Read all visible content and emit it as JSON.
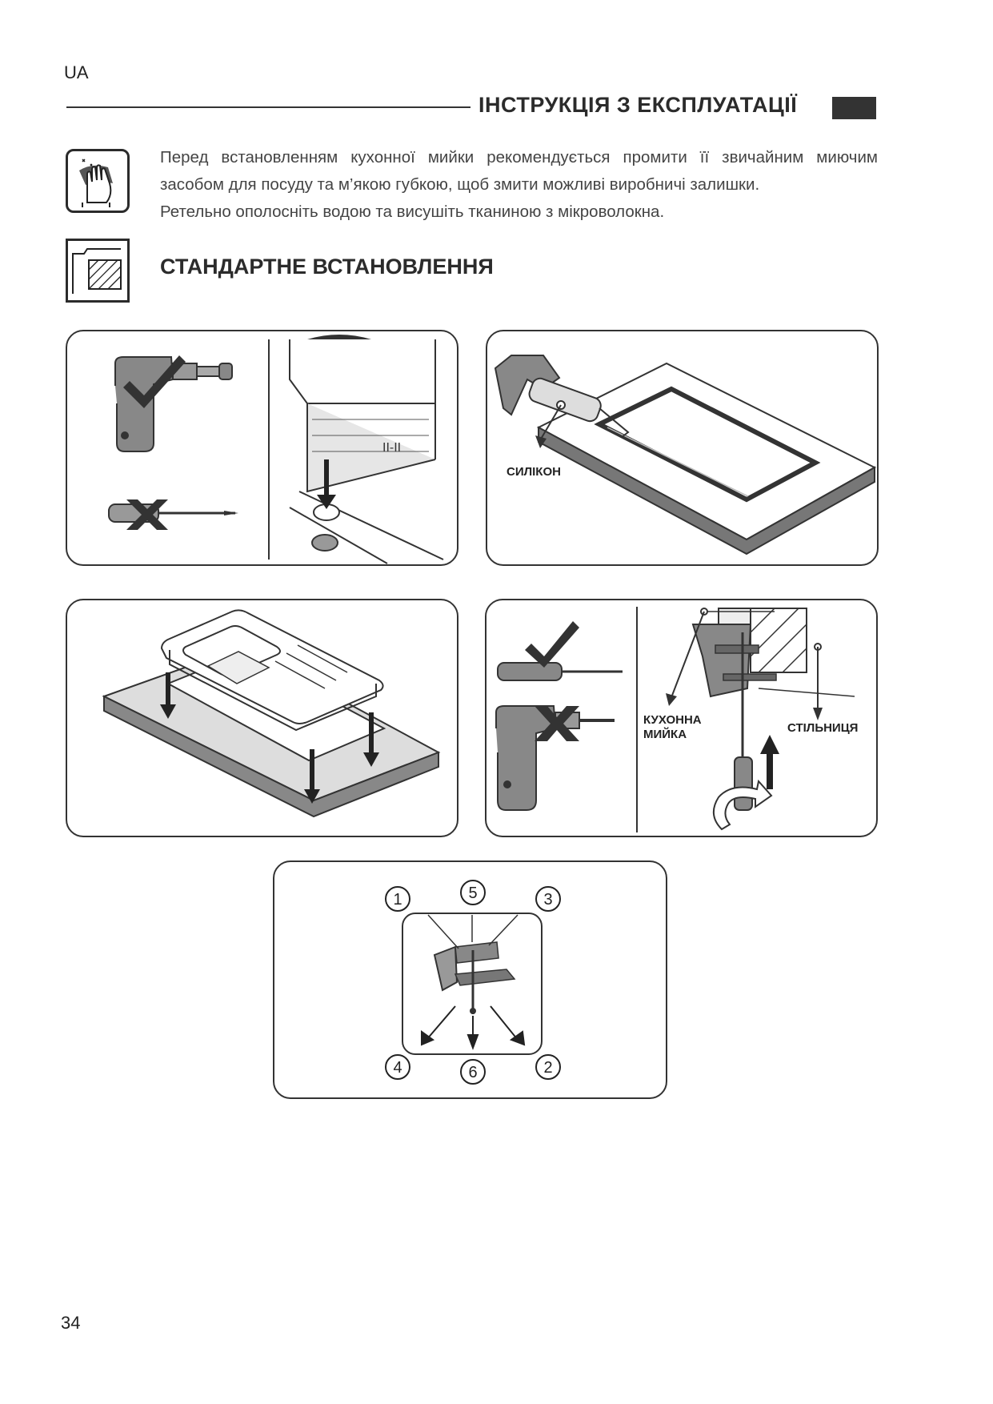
{
  "header": {
    "lang": "UA",
    "title": "ІНСТРУКЦІЯ З ЕКСПЛУАТАЦІЇ"
  },
  "intro": {
    "icon": "hand-cleaning-icon",
    "lines": [
      "Перед встановленням кухонної мийки рекомендується промити її звичайним миючим засобом для посуду та м’якою губкою, щоб змити можливі виробничі залишки.",
      "Ретельно ополосніть водою та висушіть тканиною з мікроволокна."
    ]
  },
  "section": {
    "icon": "cutout-template-icon",
    "title": "СТАНДАРТНЕ ВСТАНОВЛЕННЯ"
  },
  "panels": {
    "silicone_label": "СИЛІКОН",
    "sink_label_1": "КУХОННА",
    "sink_label_2": "МИЙКА",
    "worktop_label": "СТІЛЬНИЦЯ",
    "sequence": [
      "1",
      "5",
      "3",
      "4",
      "6",
      "2"
    ]
  },
  "footer": {
    "page_number": "34"
  }
}
